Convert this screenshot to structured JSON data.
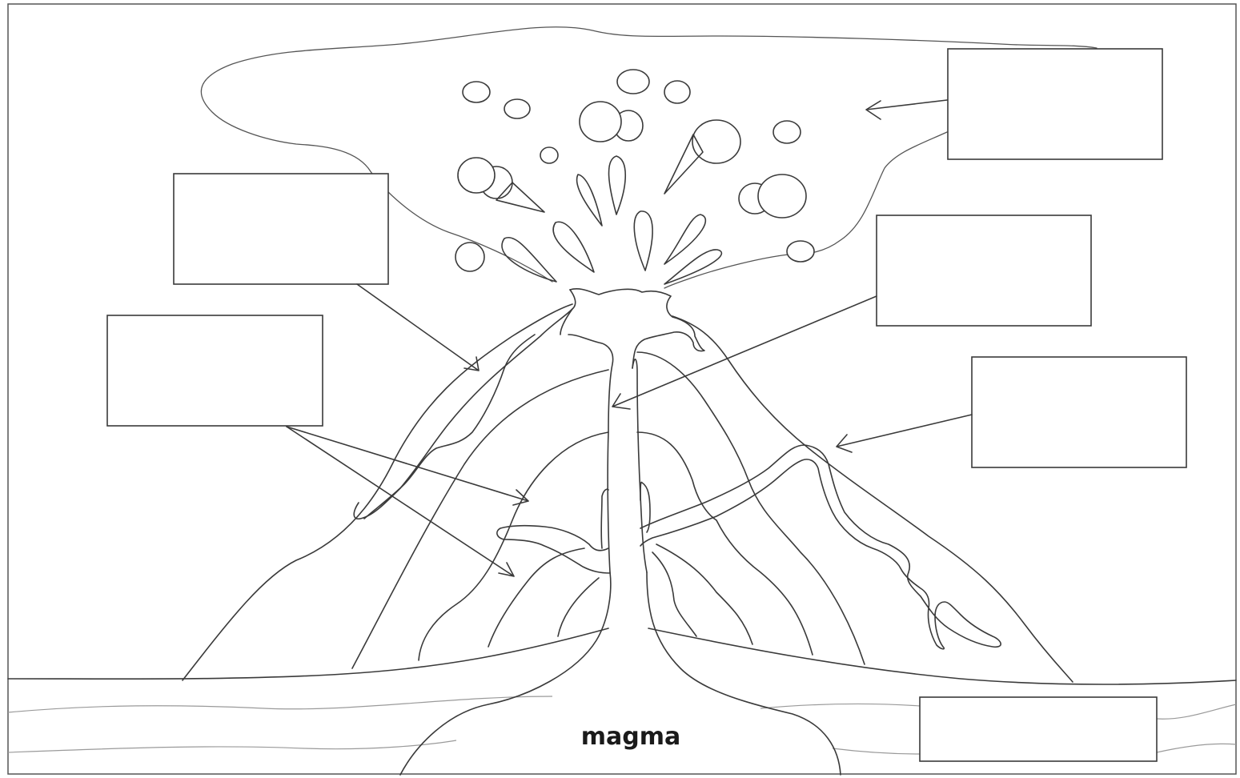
{
  "diagram": {
    "magma_label": "magma",
    "label_boxes": [
      {
        "id": "ash-cloud",
        "text": ""
      },
      {
        "id": "volcanic-bombs",
        "text": ""
      },
      {
        "id": "side-vents",
        "text": ""
      },
      {
        "id": "main-vent",
        "text": ""
      },
      {
        "id": "lava-flow",
        "text": ""
      },
      {
        "id": "magma-chamber",
        "text": ""
      }
    ],
    "colors": {
      "line": "#3a3a3a",
      "strata": "#9a9a9a",
      "background": "#ffffff"
    }
  }
}
